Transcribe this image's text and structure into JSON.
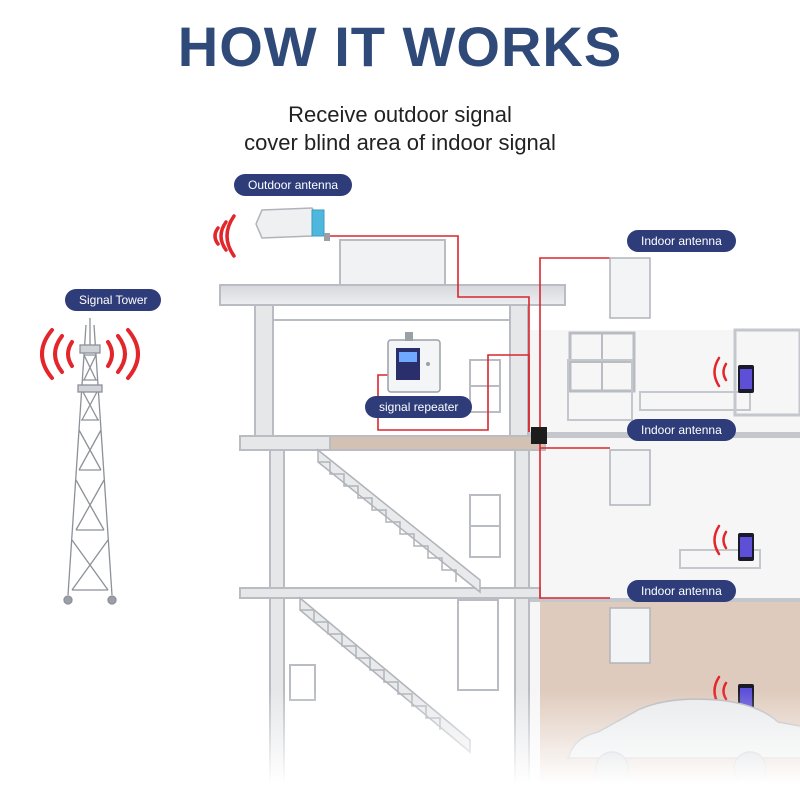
{
  "header": {
    "title": "HOW IT WORKS",
    "subtitle_line1": "Receive outdoor signal",
    "subtitle_line2": "cover blind area of indoor signal"
  },
  "labels": {
    "outdoor_antenna": "Outdoor antenna",
    "signal_tower": "Signal Tower",
    "signal_repeater": "signal repeater",
    "indoor_antenna_1": "Indoor antenna",
    "indoor_antenna_2": "Indoor antenna",
    "indoor_antenna_3": "Indoor antenna"
  },
  "colors": {
    "title": "#2f4a78",
    "label_pill": "#2e3d79",
    "cable": "#d8262f",
    "signal_wave": "#e3262b",
    "building_line": "#b9bcc2",
    "wall_brick": "#d9c5b7"
  },
  "icons": [
    "signal-tower-icon",
    "outdoor-antenna-icon",
    "repeater-icon",
    "indoor-antenna-icon",
    "phone-icon",
    "signal-wave-icon",
    "car-icon"
  ]
}
